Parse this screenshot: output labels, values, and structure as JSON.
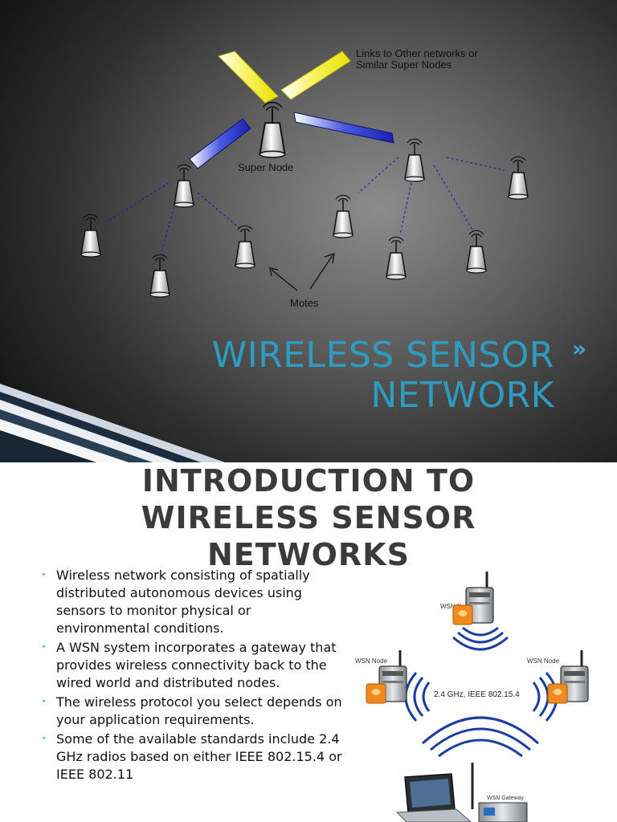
{
  "slide1": {
    "title_line1": "WIRELESS SENSOR",
    "title_line2": "NETWORK",
    "nav_glyph": "»",
    "labels": {
      "links_line1": "Links to Other networks or",
      "links_line2": "Similar Super Nodes",
      "super_node": "Super Node",
      "motes": "Motes"
    },
    "colors": {
      "title": "#2e9cc0",
      "accent": "#3fa9d8"
    }
  },
  "slide2": {
    "title_line1": "INTRODUCTION TO",
    "title_line2": "WIRELESS SENSOR",
    "title_line3": "NETWORKS",
    "bullets": [
      " Wireless network consisting of spatially distributed autonomous devices using sensors to monitor physical or environmental conditions.",
      "A WSN system incorporates a gateway that provides wireless connectivity back to the wired world and distributed nodes.",
      " The wireless protocol you select depends on your application requirements.",
      " Some of the available standards include 2.4 GHz radios based on either IEEE 802.15.4 or IEEE 802.11"
    ],
    "bullet_marker": "‣",
    "diagram": {
      "node_label": "WSN Node",
      "radio_label": "2.4 GHz, IEEE 802.15.4",
      "gateway_label": "WSN Gateway"
    }
  }
}
